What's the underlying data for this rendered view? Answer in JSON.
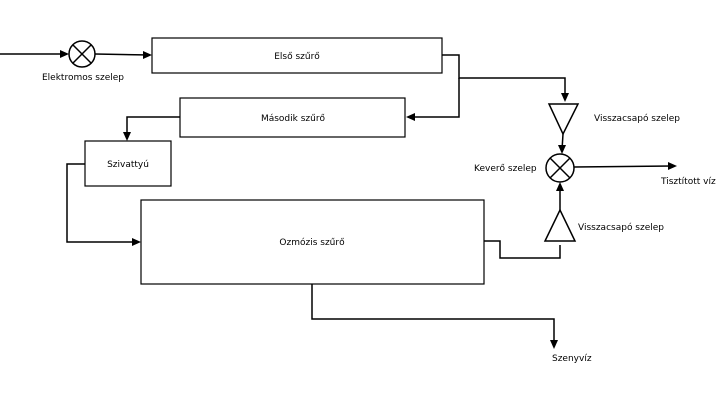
{
  "diagram": {
    "elektromos_szelep": "Elektromos szelep",
    "elso_szuro": "Első szűrő",
    "masodik_szuro": "Második szűrő",
    "szivattyu": "Szivattyú",
    "ozmozis_szuro": "Ozmózis szűrő",
    "keverő_szelep": "Keverő szelep",
    "visszacsapo_szelep_1": "Visszacsapó szelep",
    "visszacsapo_szelep_2": "Visszacsapó szelep",
    "tisztitott_viz": "Tisztított víz",
    "szennyviz": "Szenyvíz"
  }
}
